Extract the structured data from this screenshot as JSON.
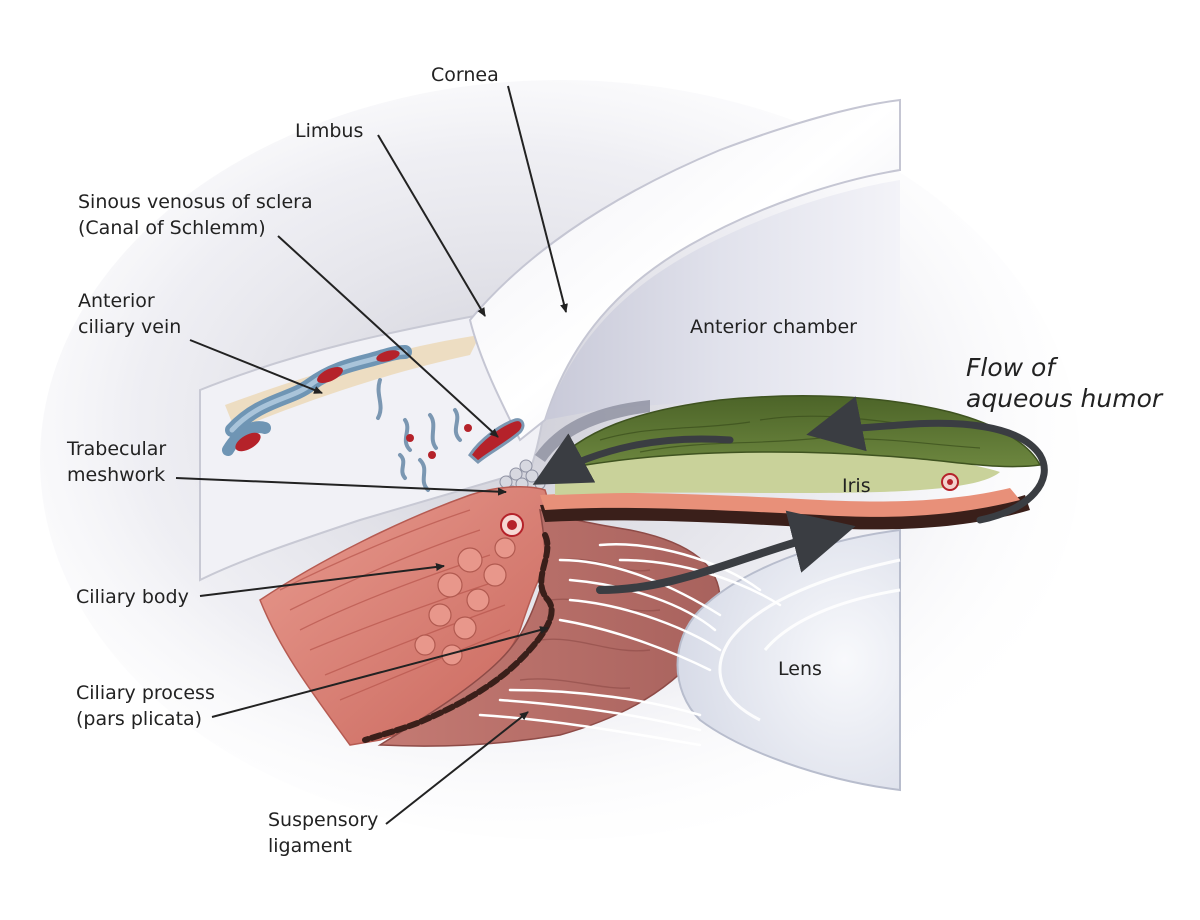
{
  "labels": {
    "cornea": "Cornea",
    "limbus": "Limbus",
    "sinus_line1": "Sinous venosus of sclera",
    "sinus_line2": "(Canal of Schlemm)",
    "ant_vein_line1": "Anterior",
    "ant_vein_line2": "ciliary vein",
    "anterior_chamber": "Anterior chamber",
    "flow_line1": "Flow of",
    "flow_line2": "aqueous humor",
    "trabecular_line1": "Trabecular",
    "trabecular_line2": "meshwork",
    "iris": "Iris",
    "ciliary_body": "Ciliary body",
    "lens": "Lens",
    "ciliary_process_line1": "Ciliary process",
    "ciliary_process_line2": "(pars plicata)",
    "suspensory_line1": "Suspensory",
    "suspensory_line2": "ligament"
  },
  "colors": {
    "sclera": "#f4f4f9",
    "cornea": "#ffffff",
    "chamber": "#dcdde8",
    "vein_blue": "#6f95b4",
    "blood_red": "#b5222a",
    "muscle": "#df8277",
    "ciliary_process": "#b56b66",
    "pigment": "#3a1f1a",
    "iris_green": "#566f2f",
    "iris_stroma": "#c9d29a",
    "lens": "#e6e9f3",
    "arrow": "#3a3d42",
    "leader": "#222222"
  }
}
